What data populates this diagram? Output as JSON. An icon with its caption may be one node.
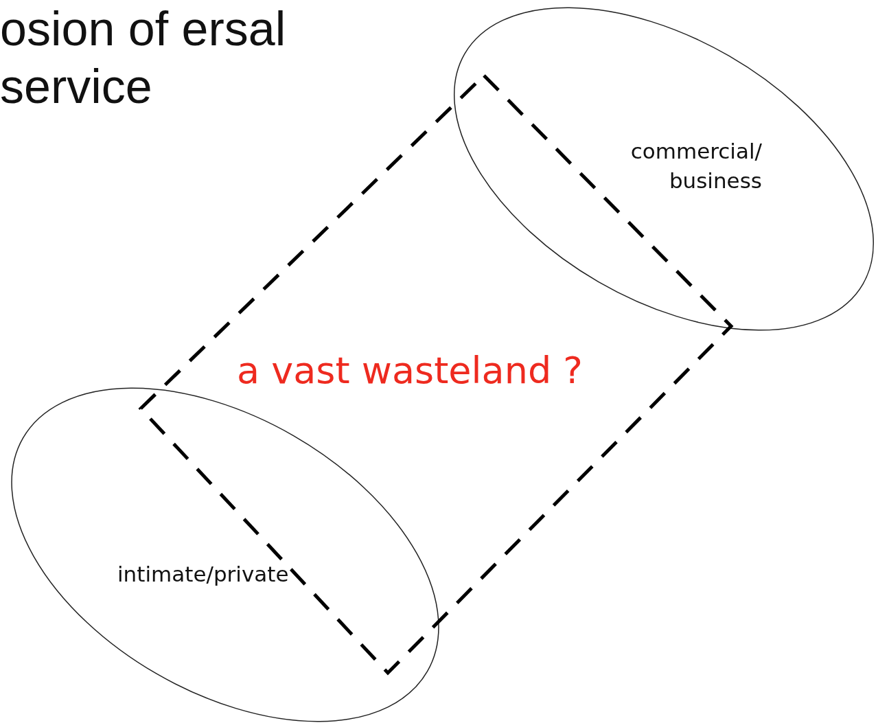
{
  "diagram": {
    "title": "osion of ersal service",
    "nodes": [
      {
        "text": [
          "commercial/ business"
        ]
      },
      {
        "text": [
          "intimate/private"
        ]
      },
      {
        "text": [
          "a vast wasteland ?"
        ]
      }
    ]
  }
}
